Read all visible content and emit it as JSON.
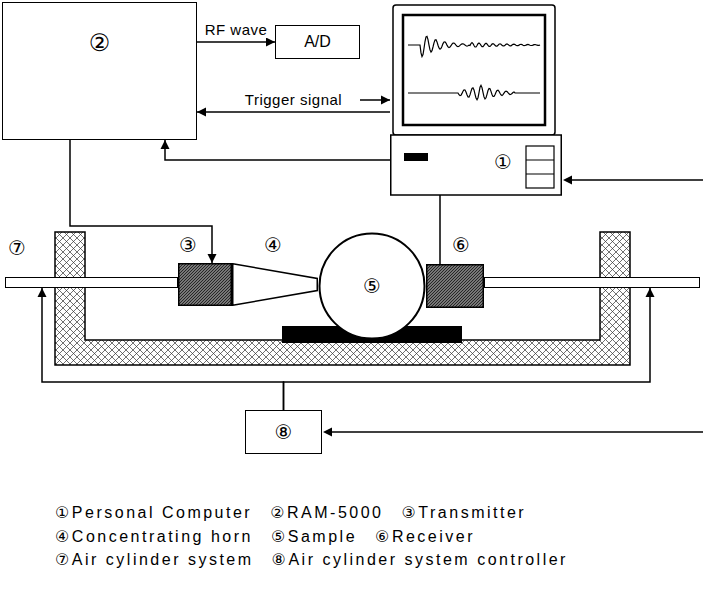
{
  "diagram": {
    "nodes": [
      {
        "text": [
          "②"
        ]
      },
      {
        "text": [
          "A/D"
        ]
      },
      {
        "text": [
          "①"
        ]
      },
      {
        "text": [
          "⑦"
        ]
      },
      {
        "text": [
          "③"
        ]
      },
      {
        "text": [
          "④"
        ]
      },
      {
        "text": [
          "⑤"
        ]
      },
      {
        "text": [
          "⑥"
        ]
      },
      {
        "text": [
          "⑧"
        ]
      }
    ],
    "edges": [
      {
        "from": 0,
        "to": 1,
        "arrow": "to",
        "label": "RF wave"
      },
      {
        "from": 1,
        "to": 2,
        "arrow": "to"
      },
      {
        "from": 2,
        "to": 0,
        "arrow": "to",
        "label": "Trigger signal"
      },
      {
        "from": 0,
        "to": 4,
        "arrow": "to"
      },
      {
        "from": 7,
        "to": 0,
        "arrow": "to"
      },
      {
        "from": 8,
        "to": 3,
        "arrow": "to"
      }
    ],
    "labels": [
      "①Personal Computer",
      "②RAM-5000",
      "③Transmitter",
      "④Concentrating horn",
      "⑤Sample",
      "⑥Receiver",
      "⑦Air cylinder system",
      "⑧Air cylinder system controller"
    ]
  }
}
